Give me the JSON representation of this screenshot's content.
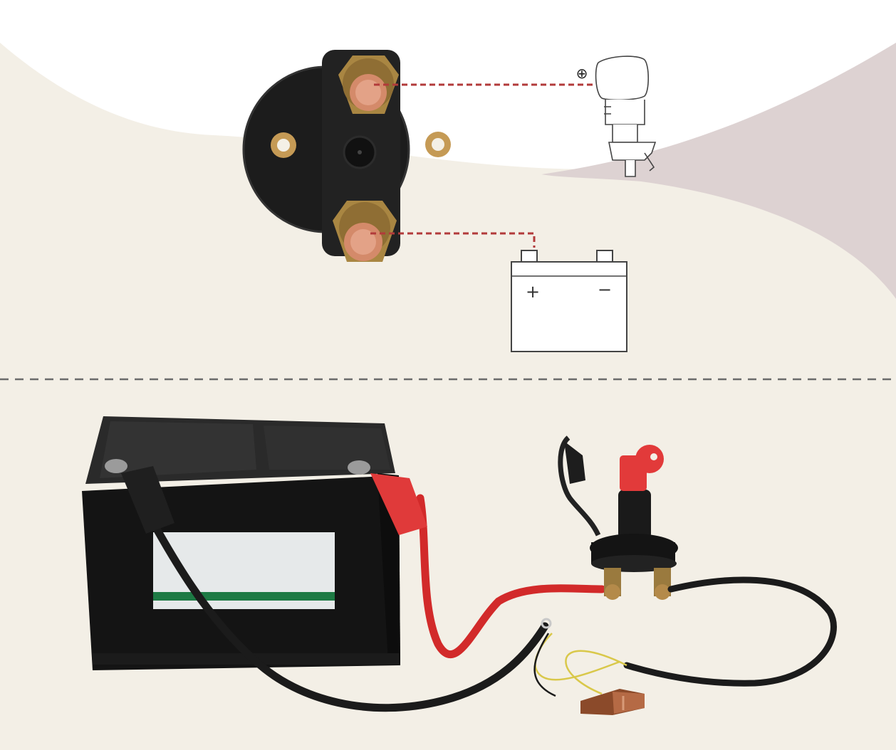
{
  "diagram": {
    "background_color": "#f3efe6",
    "upper_wave_colors": [
      "#ffffff",
      "#ddd2d2"
    ],
    "wire_dash_color": "#b23a3a",
    "divider_color": "#6b6b6b",
    "top_section": {
      "switch_back_view": {
        "icon": "battery-disconnect-switch-rear",
        "terminals": [
          "top-terminal",
          "bottom-terminal"
        ],
        "mounting_holes": 2
      },
      "outboard_motor": {
        "icon": "outboard-motor-icon",
        "polarity_symbol": "⊕"
      },
      "battery": {
        "icon": "battery-icon",
        "plus_symbol": "+",
        "minus_symbol": "−"
      }
    },
    "bottom_section": {
      "car_battery": {
        "icon": "car-battery-photo"
      },
      "switch_with_key": {
        "icon": "key-switch-photo",
        "key_color": "#e23a3a"
      },
      "cables": {
        "positive_color": "#d22a2a",
        "negative_color": "#1b1b1b",
        "ground_lead": "yellow-wire-with-ring-terminal"
      }
    }
  }
}
